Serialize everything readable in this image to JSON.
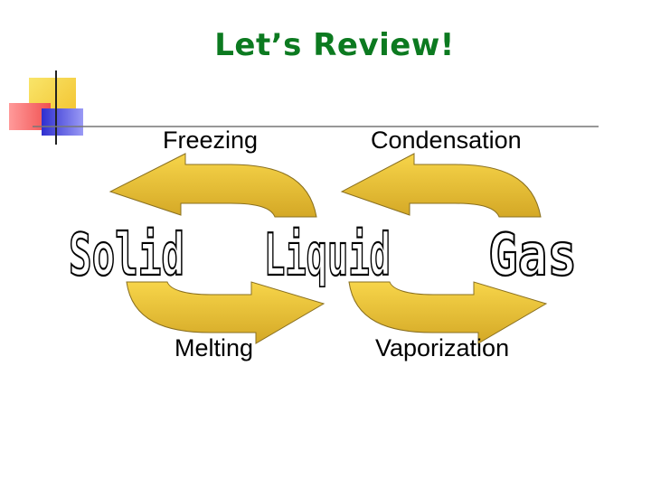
{
  "title": "Let’s Review!",
  "states": {
    "solid": "Solid",
    "liquid": "Liquid",
    "gas": "Gas"
  },
  "transitions": {
    "freezing": "Freezing",
    "condensation": "Condensation",
    "melting": "Melting",
    "vaporization": "Vaporization"
  },
  "colors": {
    "title": "#0c7a20",
    "arrow_fill": "#f2c33a",
    "arrow_dark": "#c9a22a",
    "deco_yellow": "#f7d23b",
    "deco_red": "#f36b6b",
    "deco_blue": "#3f3fd8"
  }
}
